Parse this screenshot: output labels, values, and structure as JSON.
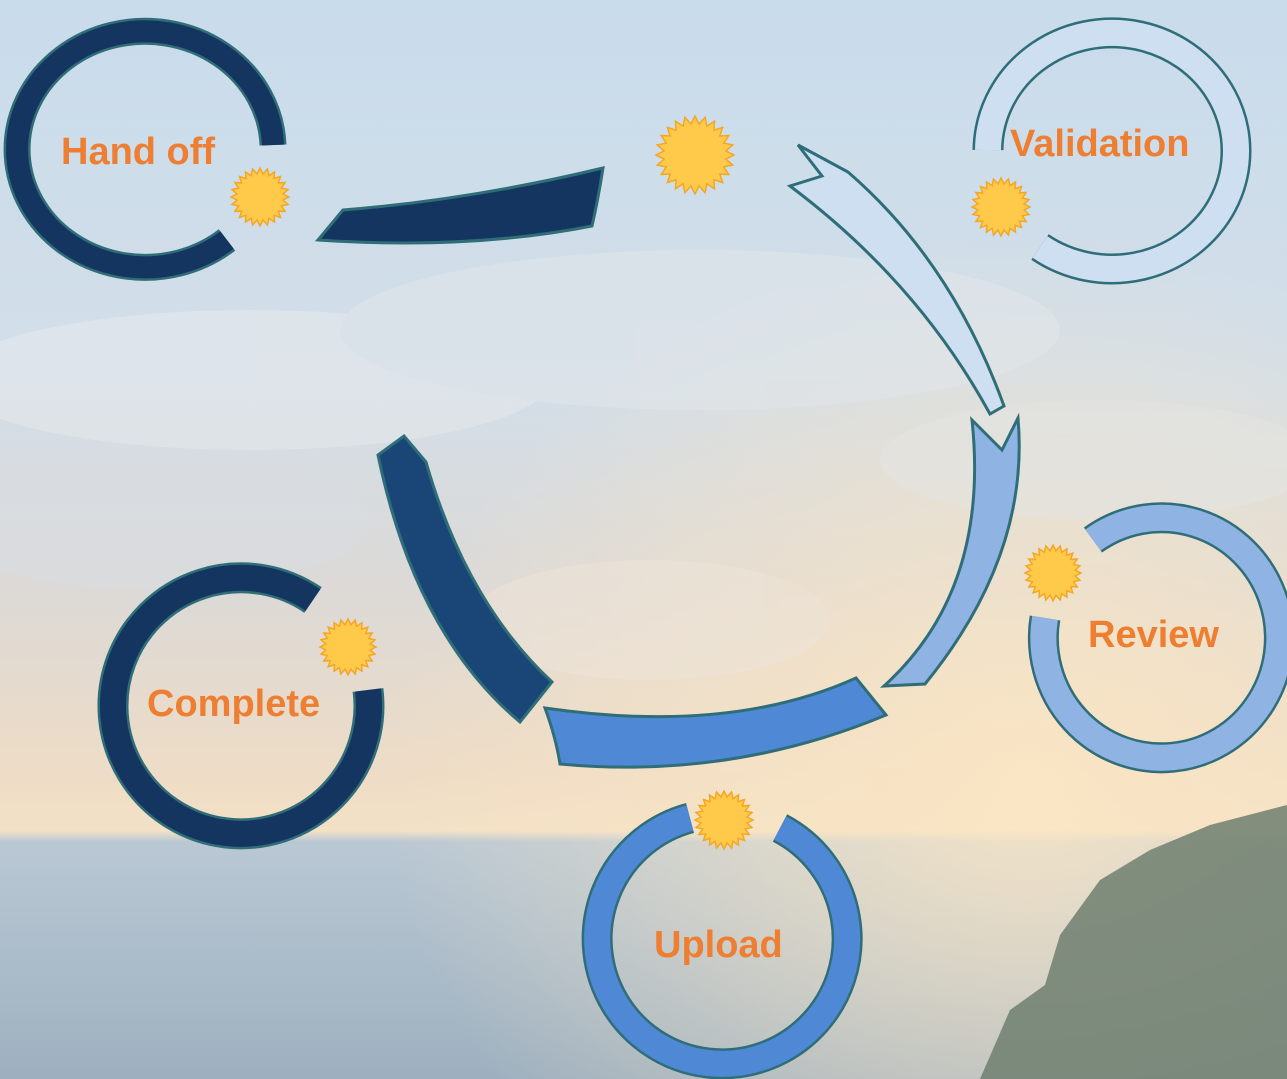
{
  "diagram": {
    "stages": [
      {
        "id": "hand-off",
        "label": "Hand off"
      },
      {
        "id": "validation",
        "label": "Validation"
      },
      {
        "id": "review",
        "label": "Review"
      },
      {
        "id": "upload",
        "label": "Upload"
      },
      {
        "id": "complete",
        "label": "Complete"
      }
    ]
  },
  "colors": {
    "label": "#EE7E32",
    "navy": "#14355F",
    "mid_blue": "#4F88D4",
    "light_blue": "#8FB4E3",
    "pale_blue": "#CFDFF2",
    "outline": "#2F6E78",
    "burst_fill": "#FFC94A",
    "burst_stroke": "#F5A623"
  },
  "icons": {
    "burst": "sun-burst-icon"
  }
}
